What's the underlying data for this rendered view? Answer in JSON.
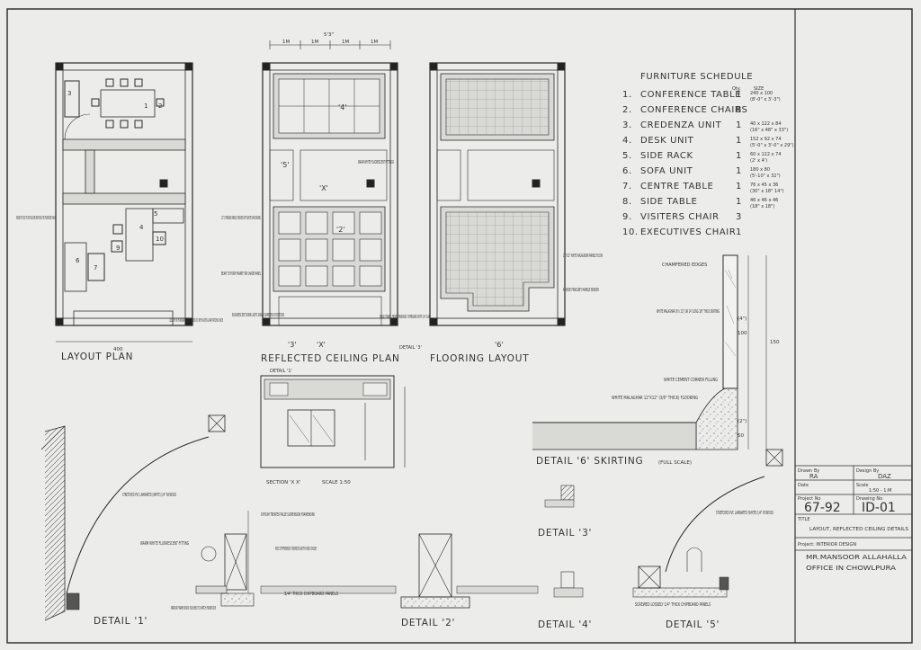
{
  "schedule": {
    "title": "FURNITURE SCHEDULE",
    "col_qty": "Qty.",
    "col_size": "SIZE",
    "items": [
      {
        "no": "1.",
        "name": "CONFERENCE TABLE",
        "qty": "1",
        "size": "240 x 100",
        "size2": "(8'-0\" x 3'-3\")"
      },
      {
        "no": "2.",
        "name": "CONFERENCE CHAIRS",
        "qty": "8",
        "size": "",
        "size2": ""
      },
      {
        "no": "3.",
        "name": "CREDENZA UNIT",
        "qty": "1",
        "size": "40 x 122 x 84",
        "size2": "(16\" x 48\" x 33\")"
      },
      {
        "no": "4.",
        "name": "DESK UNIT",
        "qty": "1",
        "size": "152 x 92 x 74",
        "size2": "(5'-0\" x 3'-0\" x 29\")"
      },
      {
        "no": "5.",
        "name": "SIDE RACK",
        "qty": "1",
        "size": "60 x 122 x 74",
        "size2": "(2' x 4')"
      },
      {
        "no": "6.",
        "name": "SOFA UNIT",
        "qty": "1",
        "size": "180 x 80",
        "size2": "(5'-10\" x 32\")"
      },
      {
        "no": "7.",
        "name": "CENTRE TABLE",
        "qty": "1",
        "size": "76 x 45 x 36",
        "size2": "(30\" x 18\" 14\")"
      },
      {
        "no": "8.",
        "name": "SIDE TABLE",
        "qty": "1",
        "size": "46 x 46 x 46",
        "size2": "(18\" x 18\")"
      },
      {
        "no": "9.",
        "name": "VISITERS CHAIR",
        "qty": "3",
        "size": "",
        "size2": ""
      },
      {
        "no": "10.",
        "name": "EXECUTIVES CHAIR",
        "qty": "1",
        "size": "",
        "size2": ""
      }
    ]
  },
  "drawings": {
    "layout_plan": "LAYOUT PLAN",
    "rcp": "REFLECTED CEILING PLAN",
    "flooring": "FLOORING LAYOUT",
    "section": "SECTION 'X X'",
    "section_scale": "SCALE 1:50",
    "detail1": "DETAIL '1'",
    "detail2": "DETAIL '2'",
    "detail3": "DETAIL '3'",
    "detail4": "DETAIL '4'",
    "detail5": "DETAIL '5'",
    "detail6": "DETAIL '6'  SKIRTING",
    "detail6_scale": "(FULL SCALE)",
    "detail1_tag": "DETAIL '1'",
    "detail3_tag": "DETAIL '3'"
  },
  "dimensions": {
    "top_total": "5'3\"",
    "top_1m": "1M",
    "layout_width": "400",
    "dim_150": "150",
    "dim_100": "100",
    "dim_4in": "(4\")",
    "dim_2in": "(2\")",
    "dim_50": "50",
    "tag_x": "'X'",
    "tag_3": "'3'",
    "tag_5": "'5'",
    "tag_2": "'2'",
    "tag_4": "'4'",
    "tag_6": "'6'"
  },
  "notes": {
    "door": "INSIDE OF DOOR TO BE POLISHED MATCHING THE FURNITURE SHADE",
    "closet": "CLOSE OFF WITH MASONRY & MATCH OF BOX OUT WITH PLASTER & PAINT MATCHING SHADE",
    "chipboard": "1/2\" CHIPBOARD PANELS FINISHED WITH WHITE HAND ENAMEL",
    "beam": "BEAM TO FORM FRAME FOR SHADE PANEL",
    "incandescent": "INCANDESCENT DOWN LIGHTS SMALL DIAMETER IN POSITIONS",
    "single_panel": "SINGLE PANEL FROM STANDARD CHIPBOARD WITH 1/4\" GAP",
    "warm_white": "WARM WHITE FLUORESCENT FITTINGS",
    "white_marble": "12\"X12\" WHITE MALAGNION MARBLE FLOOR",
    "pink_marble": "4\" WIDE PINK/GREY MARBLE BORDER",
    "chamfered": "CHAMFERED EDGES",
    "white_malaghar": "WHITE MALAGHAR (6\"x 12\") OR 24\" LONG 3/8\" THICK SKIRTING",
    "cement": "WHITE CEMENT CORNER FILLING",
    "white_floor": "WHITE MALAGHAR 12\"X12\" (3/8\" THICK) FLOORING",
    "stretched": "STRETCHED PVC LAMINATED (WHITE) 1/4\" PLYWOOD",
    "gypsum": "GYPSUM TREATED FALSE SUSPENSION FRAMEWORK",
    "ms_stiffeners": "M/S STIFFENERS TREATED WITH RED OXIDE",
    "warm_fitting": "WARM WHITE FLUORESCENT FITTING",
    "mirror": "MIRROR FRAME WOOD POLISHED TO MATCH FURNITURE",
    "chipboard_thick": "3/4\" THICK CHIPBOARD PANELS",
    "stretched5": "STRETCHED PVC LAMINATED (WHITE) 1/4\" PLYWOOD",
    "screwed": "SCREWED LOSSELY 1/4\" THICK CHIPBOARD PANELS"
  },
  "title_block": {
    "drawn_by_label": "Drawn By",
    "drawn_by": "RA",
    "design_by_label": "Design By",
    "design_by": "DAZ",
    "date_label": "Date",
    "scale_label": "Scale",
    "scale": "1:50 - 1:M",
    "project_label": "Project No",
    "project_no": "67-92",
    "drawing_label": "Drawing No",
    "drawing_no": "ID-01",
    "title_label": "TITLE",
    "title": "LAYOUT, REFLECTED CEILING DETAILS",
    "project_name_label": "Project: INTERIOR DESIGN",
    "client": "MR.MANSOOR ALLAHALLA",
    "client2": "OFFICE IN CHOWLPURA"
  },
  "colors": {
    "paper": "#ececea",
    "ink": "#2a2a2a",
    "wall_fill": "#d9d9d6",
    "grey_hatch": "#bdbdb9"
  }
}
